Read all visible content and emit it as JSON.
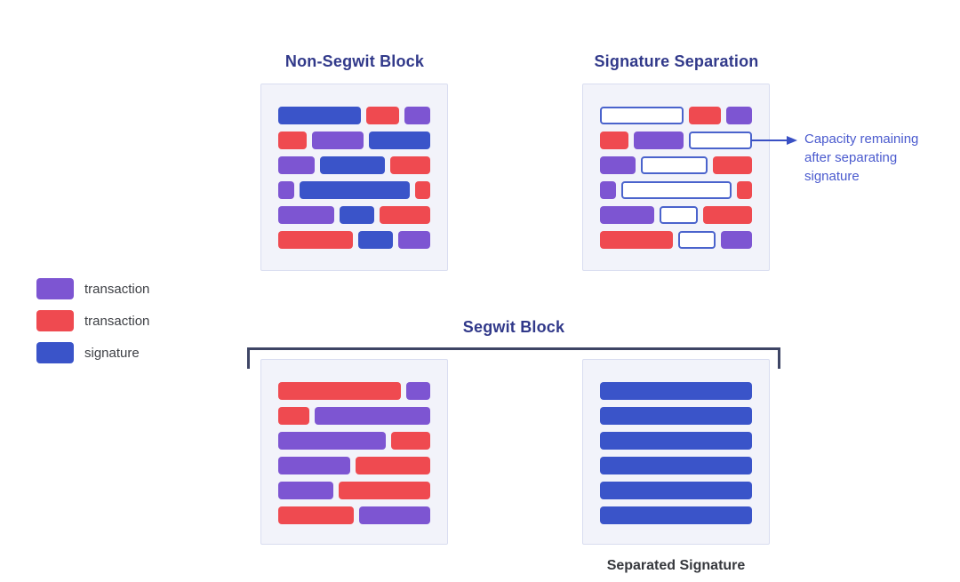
{
  "colors": {
    "purple": "#7d55d2",
    "red": "#ef4a50",
    "blue": "#3a54c9",
    "capacity_border": "#4a63cc",
    "box_bg": "#f2f3fa",
    "box_border": "#d9ddf0",
    "title": "#31398a",
    "bracket": "#3e4565",
    "annotation": "#4a5ace",
    "arrow": "#3a50c4",
    "legend_text": "#3e4045",
    "label_dark": "#36383d"
  },
  "legend": {
    "items": [
      {
        "label": "transaction",
        "color_key": "purple"
      },
      {
        "label": "transaction",
        "color_key": "red"
      },
      {
        "label": "signature",
        "color_key": "blue"
      }
    ]
  },
  "blocks": {
    "non_segwit": {
      "title": "Non-Segwit Block",
      "rows": [
        [
          {
            "c": "blue",
            "w": 95
          },
          {
            "c": "red",
            "w": 38
          },
          {
            "c": "purple",
            "w": 30
          }
        ],
        [
          {
            "c": "red",
            "w": 33
          },
          {
            "c": "purple",
            "w": 59
          },
          {
            "c": "blue",
            "w": 70
          }
        ],
        [
          {
            "c": "purple",
            "w": 42
          },
          {
            "c": "blue",
            "w": 75
          },
          {
            "c": "red",
            "w": 46
          }
        ],
        [
          {
            "c": "purple",
            "w": 18
          },
          {
            "c": "blue",
            "w": 124
          },
          {
            "c": "red",
            "w": 17
          }
        ],
        [
          {
            "c": "purple",
            "w": 63
          },
          {
            "c": "blue",
            "w": 40
          },
          {
            "c": "red",
            "w": 57
          }
        ],
        [
          {
            "c": "red",
            "w": 85
          },
          {
            "c": "blue",
            "w": 39
          },
          {
            "c": "purple",
            "w": 36
          }
        ]
      ]
    },
    "signature_separation": {
      "title": "Signature Separation",
      "annotation": "Capacity remaining\nafter separating\nsignature",
      "rows": [
        [
          {
            "c": "capacity",
            "w": 95
          },
          {
            "c": "red",
            "w": 38
          },
          {
            "c": "purple",
            "w": 30
          }
        ],
        [
          {
            "c": "red",
            "w": 33
          },
          {
            "c": "purple",
            "w": 59
          },
          {
            "c": "capacity",
            "w": 70
          }
        ],
        [
          {
            "c": "purple",
            "w": 42
          },
          {
            "c": "capacity",
            "w": 75
          },
          {
            "c": "red",
            "w": 46
          }
        ],
        [
          {
            "c": "purple",
            "w": 18
          },
          {
            "c": "capacity",
            "w": 124
          },
          {
            "c": "red",
            "w": 17
          }
        ],
        [
          {
            "c": "purple",
            "w": 63
          },
          {
            "c": "capacity",
            "w": 40
          },
          {
            "c": "red",
            "w": 57
          }
        ],
        [
          {
            "c": "red",
            "w": 85
          },
          {
            "c": "capacity",
            "w": 39
          },
          {
            "c": "purple",
            "w": 36
          }
        ]
      ]
    },
    "segwit": {
      "title": "Segwit Block",
      "separated_label": "Separated Signature",
      "transaction_rows": [
        [
          {
            "c": "red",
            "w": 140
          },
          {
            "c": "purple",
            "w": 28
          }
        ],
        [
          {
            "c": "red",
            "w": 35
          },
          {
            "c": "purple",
            "w": 132
          }
        ],
        [
          {
            "c": "purple",
            "w": 122
          },
          {
            "c": "red",
            "w": 45
          }
        ],
        [
          {
            "c": "purple",
            "w": 82
          },
          {
            "c": "red",
            "w": 86
          }
        ],
        [
          {
            "c": "purple",
            "w": 63
          },
          {
            "c": "red",
            "w": 105
          }
        ],
        [
          {
            "c": "red",
            "w": 86
          },
          {
            "c": "purple",
            "w": 80
          }
        ]
      ],
      "signature_rows": [
        [
          {
            "c": "blue",
            "w": 172
          }
        ],
        [
          {
            "c": "blue",
            "w": 172
          }
        ],
        [
          {
            "c": "blue",
            "w": 172
          }
        ],
        [
          {
            "c": "blue",
            "w": 172
          }
        ],
        [
          {
            "c": "blue",
            "w": 172
          }
        ],
        [
          {
            "c": "blue",
            "w": 172
          }
        ]
      ]
    }
  }
}
